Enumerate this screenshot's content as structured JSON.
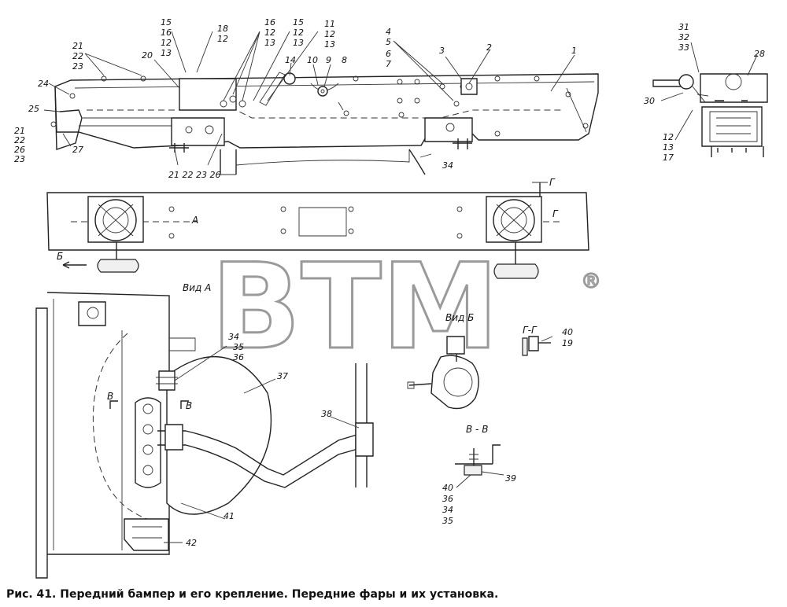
{
  "caption": "Рис. 41. Передний бампер и его крепление. Передние фары  и их установка.",
  "watermark": {
    "brand": "BTM",
    "registered_mark": "®"
  },
  "views": {
    "view_a": "Вид  А",
    "view_b": "Вид Б",
    "section_b": "В - В",
    "section_g": "Г-Г",
    "arrow_a": "А",
    "arrow_b": "Б",
    "arrow_v": "В",
    "arrow_g": "Г"
  },
  "callouts": {
    "top_left_21_23": [
      "21",
      "22",
      "23"
    ],
    "left_stack": [
      "21",
      "22",
      "26",
      "23"
    ],
    "n24": "24",
    "n25": "25",
    "n27": "27",
    "n20": "20",
    "n15_13": [
      "15",
      "16",
      "12",
      "13"
    ],
    "n18_12": [
      "18",
      "12"
    ],
    "n16_13": [
      "16",
      "12",
      "13"
    ],
    "n15_13b": [
      "15",
      "12",
      "13"
    ],
    "n11_13": [
      "11",
      "12",
      "13"
    ],
    "n14": "14",
    "n10": "10",
    "n9": "9",
    "n8": "8",
    "n4_7": [
      "4",
      "5",
      "6",
      "7"
    ],
    "n3": "3",
    "n2": "2",
    "n1": "1",
    "bottom_stack": "21 22 23 26",
    "n34_top": "34",
    "side_31_33": [
      "31",
      "32",
      "33"
    ],
    "n28": "28",
    "n30": "30",
    "side_12_17": [
      "12",
      "13",
      "17"
    ],
    "n34_36": [
      "34",
      "35",
      "36"
    ],
    "n37": "37",
    "n38": "38",
    "n41": "41",
    "n42": "42",
    "n40_19": [
      "40",
      "19"
    ],
    "n39": "39",
    "stack_40_35": [
      "40",
      "36",
      "34",
      "35"
    ]
  }
}
